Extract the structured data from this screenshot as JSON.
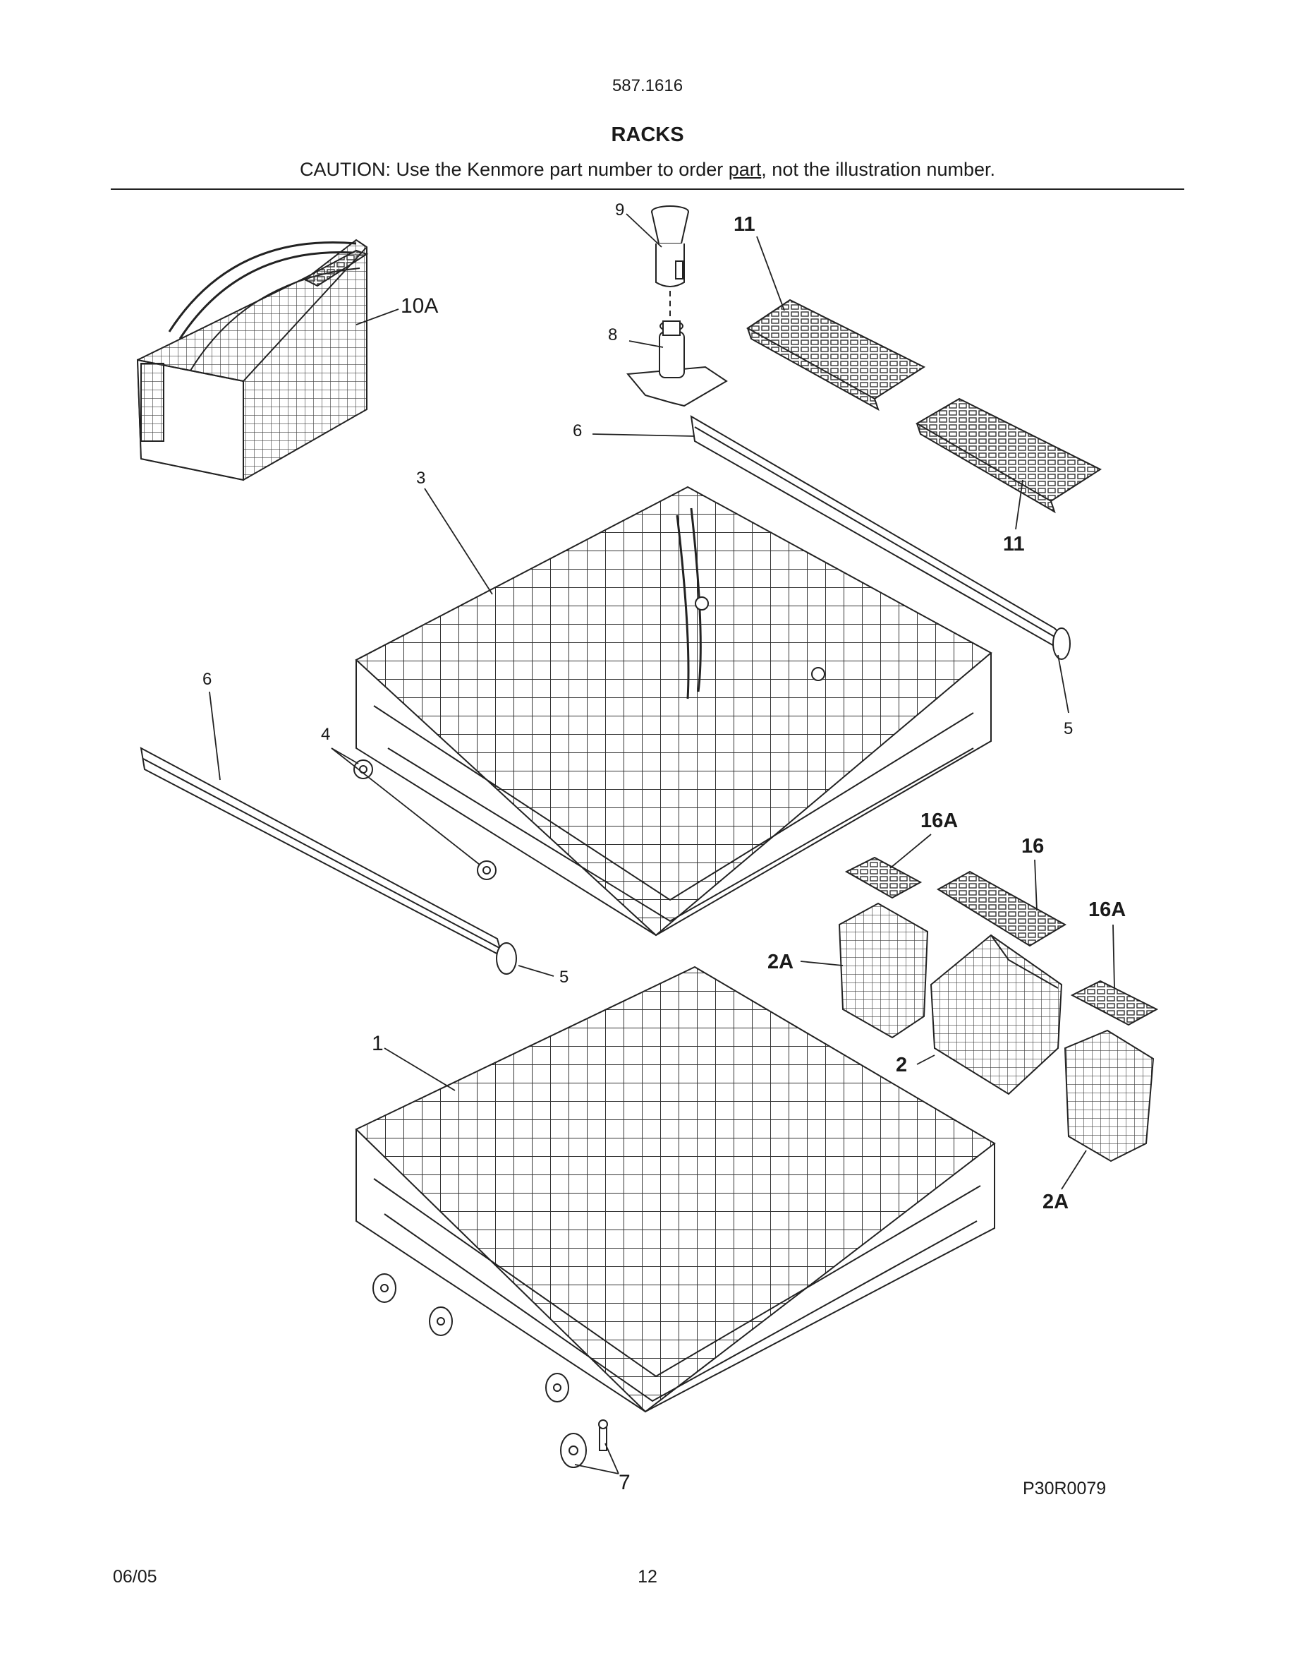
{
  "header": {
    "model": "587.1616",
    "title": "RACKS",
    "caution_prefix": "CAUTION: Use the Kenmore part number to order ",
    "caution_underlined": "part",
    "caution_suffix": ", not the illustration number."
  },
  "callouts": {
    "c9": "9",
    "c11a": "11",
    "c10a": "10A",
    "c8": "8",
    "c6a": "6",
    "c3": "3",
    "c11b": "11",
    "c6b": "6",
    "c4": "4",
    "c5a": "5",
    "c16a_1": "16A",
    "c16": "16",
    "c16a_2": "16A",
    "c2a_1": "2A",
    "c5b": "5",
    "c1": "1",
    "c2": "2",
    "c2a_2": "2A",
    "c7": "7"
  },
  "diagram_code": "P30R0079",
  "footer": {
    "date": "06/05",
    "page": "12"
  }
}
